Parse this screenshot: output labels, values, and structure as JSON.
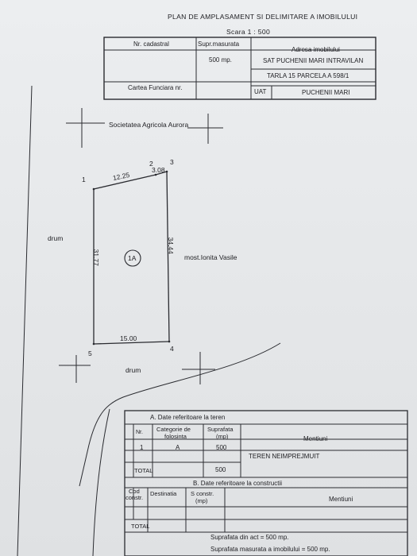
{
  "header": {
    "title": "PLAN DE AMPLASAMENT SI DELIMITARE A IMOBILULUI",
    "scale": "Scara 1 : 500"
  },
  "top_table": {
    "nr_cadastral_label": "Nr. cadastral",
    "supr_label": "Supr.masurata",
    "supr_value": "500 mp.",
    "adresa_label": "Adresa imobilului",
    "adresa_line1": "SAT PUCHENII MARI INTRAVILAN",
    "adresa_line2": "TARLA 15 PARCELA A 598/1",
    "carte_funciara_label": "Cartea Funciara nr.",
    "uat_label": "UAT",
    "uat_value": "PUCHENII MARI"
  },
  "plan": {
    "neighbor_north": "Societatea Agricola Aurora",
    "neighbor_east": "most.Ionita Vasile",
    "road_west": "drum",
    "road_south": "drum",
    "parcel_id": "1A",
    "points": [
      "1",
      "2",
      "3",
      "4",
      "5"
    ],
    "dimensions": {
      "d_1_2": "12.25",
      "d_2_3": "3.08",
      "d_3_4": "34.44",
      "d_4_5": "15.00",
      "d_5_1": "31.77"
    }
  },
  "table_a": {
    "title": "A. Date referitoare la teren",
    "col_nr": "Nr.",
    "col_categorie_1": "Categorie de",
    "col_categorie_2": "folosinta",
    "col_suprafata_1": "Suprafata",
    "col_suprafata_2": "(mp)",
    "col_mentiuni": "Mentiuni",
    "rows": [
      {
        "nr": "1",
        "categorie": "A",
        "suprafata": "500",
        "mentiuni": "TEREN NEIMPREJMUIT"
      }
    ],
    "total_label": "TOTAL",
    "total_value": "500"
  },
  "table_b": {
    "title": "B. Date referitoare la constructii",
    "col_cod_1": "Cod",
    "col_cod_2": "constr.",
    "col_destinatia": "Destinatia",
    "col_s_constr_1": "S constr.",
    "col_s_constr_2": "(mp)",
    "col_mentiuni": "Mentiuni",
    "total_label": "TOTAL"
  },
  "footer": {
    "suprafata_act": "Suprafata din act = 500 mp.",
    "suprafata_masurata": "Suprafata masurata a imobilului = 500 mp."
  }
}
